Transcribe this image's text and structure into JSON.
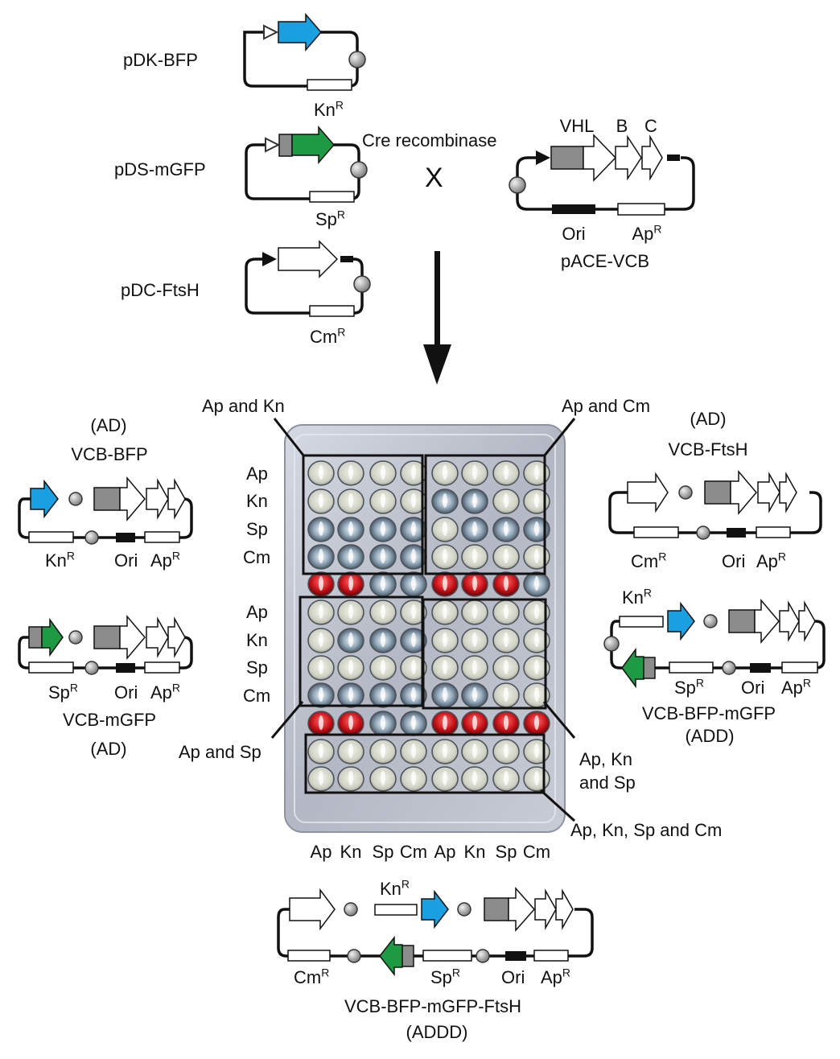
{
  "source_plasmids": {
    "pdk": {
      "name": "pDK-BFP",
      "marker": "Kn",
      "marker_sup": "R"
    },
    "pds": {
      "name": "pDS-mGFP",
      "marker": "Sp",
      "marker_sup": "R"
    },
    "pdc": {
      "name": "pDC-FtsH",
      "marker": "Cm",
      "marker_sup": "R"
    }
  },
  "acceptor": {
    "name": "pACE-VCB",
    "gene_labels": [
      "VHL",
      "B",
      "C"
    ],
    "ori": "Ori",
    "marker": "Ap",
    "marker_sup": "R"
  },
  "cre_label": "Cre recombinase",
  "cross_symbol": "X",
  "plate": {
    "corner_labels": {
      "top_left": "Ap and Kn",
      "top_right": "Ap and Cm",
      "mid_left": "Ap and Sp",
      "mid_right_line1": "Ap, Kn",
      "mid_right_line2": "and Sp",
      "bottom_right": "Ap, Kn, Sp and Cm"
    },
    "row_labels_top": [
      "Ap",
      "Kn",
      "Sp",
      "Cm"
    ],
    "row_labels_bottom": [
      "Ap",
      "Kn",
      "Sp",
      "Cm"
    ],
    "column_labels": [
      "Ap",
      "Kn",
      "Sp",
      "Cm",
      "Ap",
      "Kn",
      "Sp",
      "Cm"
    ],
    "well_states": [
      "cccccccc",
      "ccccsscc",
      "sssscsss",
      "sssscccc",
      "rrssrrrs",
      "cccccccc",
      "cssscccc",
      "cccccccc",
      "sssssscc",
      "rrssrrrr",
      "cccccccc",
      "cccccccc"
    ],
    "colors": {
      "plate": "#b9bdc8",
      "clear_well": "#d6d8cc",
      "red_well": "#c8141a",
      "frame": "#111111"
    }
  },
  "products": {
    "vcb_bfp": {
      "tag": "(AD)",
      "name": "VCB-BFP",
      "markers": [
        "Kn",
        "Ori",
        "Ap"
      ],
      "sups": [
        "R",
        "",
        "R"
      ]
    },
    "vcb_mgfp": {
      "tag": "(AD)",
      "name": "VCB-mGFP",
      "markers": [
        "Sp",
        "Ori",
        "Ap"
      ],
      "sups": [
        "R",
        "",
        "R"
      ]
    },
    "vcb_ftsh": {
      "tag": "(AD)",
      "name": "VCB-FtsH",
      "markers": [
        "Cm",
        "Ori",
        "Ap"
      ],
      "sups": [
        "R",
        "",
        "R"
      ]
    },
    "vcb_bfp_mgfp": {
      "tag": "(ADD)",
      "name": "VCB-BFP-mGFP",
      "top_marker": "Kn",
      "markers": [
        "Sp",
        "Ori",
        "Ap"
      ],
      "sups": [
        "R",
        "",
        "R"
      ]
    },
    "vcb_all": {
      "tag": "(ADDD)",
      "name": "VCB-BFP-mGFP-FtsH",
      "top_marker": "Kn",
      "markers": [
        "Cm",
        "Sp",
        "Ori",
        "Ap"
      ],
      "sups": [
        "R",
        "R",
        "",
        "R"
      ]
    }
  },
  "colors": {
    "bfp": "#1aa0e0",
    "gfp": "#1e9a45",
    "gray_box": "#8c8c8c",
    "loxp_fill": "#333333"
  }
}
